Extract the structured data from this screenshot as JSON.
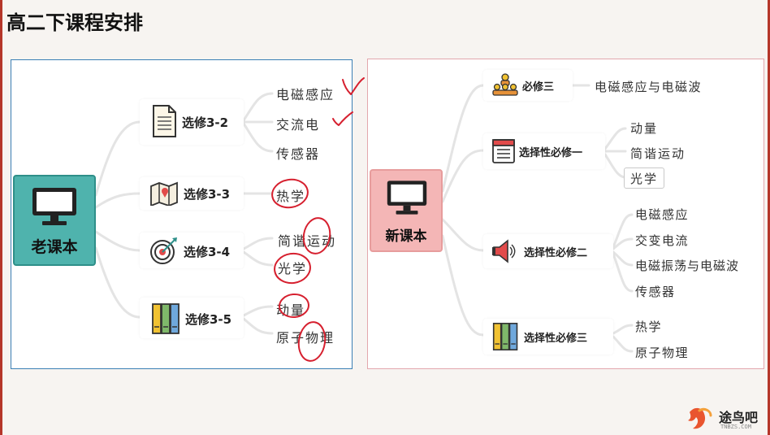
{
  "slide": {
    "title": "高二下课程安排"
  },
  "old_book": {
    "root_label": "老课本",
    "branches": [
      {
        "label": "选修3-2",
        "icon": "document-icon",
        "leaves": [
          "电磁感应",
          "交流电",
          "传感器"
        ]
      },
      {
        "label": "选修3-3",
        "icon": "map-icon",
        "leaves": [
          "热学"
        ]
      },
      {
        "label": "选修3-4",
        "icon": "target-icon",
        "leaves": [
          "简谐运动",
          "光学"
        ]
      },
      {
        "label": "选修3-5",
        "icon": "books-icon",
        "leaves": [
          "动量",
          "原子物理"
        ]
      }
    ]
  },
  "new_book": {
    "root_label": "新课本",
    "branches": [
      {
        "label": "必修三",
        "icon": "people-icon",
        "leaves": [
          "电磁感应与电磁波"
        ]
      },
      {
        "label": "选择性必修一",
        "icon": "calendar-icon",
        "leaves": [
          "动量",
          "简谐运动",
          "光学"
        ]
      },
      {
        "label": "选择性必修二",
        "icon": "megaphone-icon",
        "leaves": [
          "电磁感应",
          "交变电流",
          "电磁振荡与电磁波",
          "传感器"
        ]
      },
      {
        "label": "选择性必修三",
        "icon": "books-icon",
        "leaves": [
          "热学",
          "原子物理"
        ]
      }
    ]
  },
  "watermark": {
    "brand": "途鸟吧",
    "domain": "TNBZS.COM"
  },
  "colors": {
    "frame": "#b5362a",
    "old_root": "#4fb3ad",
    "new_root": "#f4b6b6",
    "annotation": "#d6202f",
    "connector": "#e2e2e2"
  }
}
